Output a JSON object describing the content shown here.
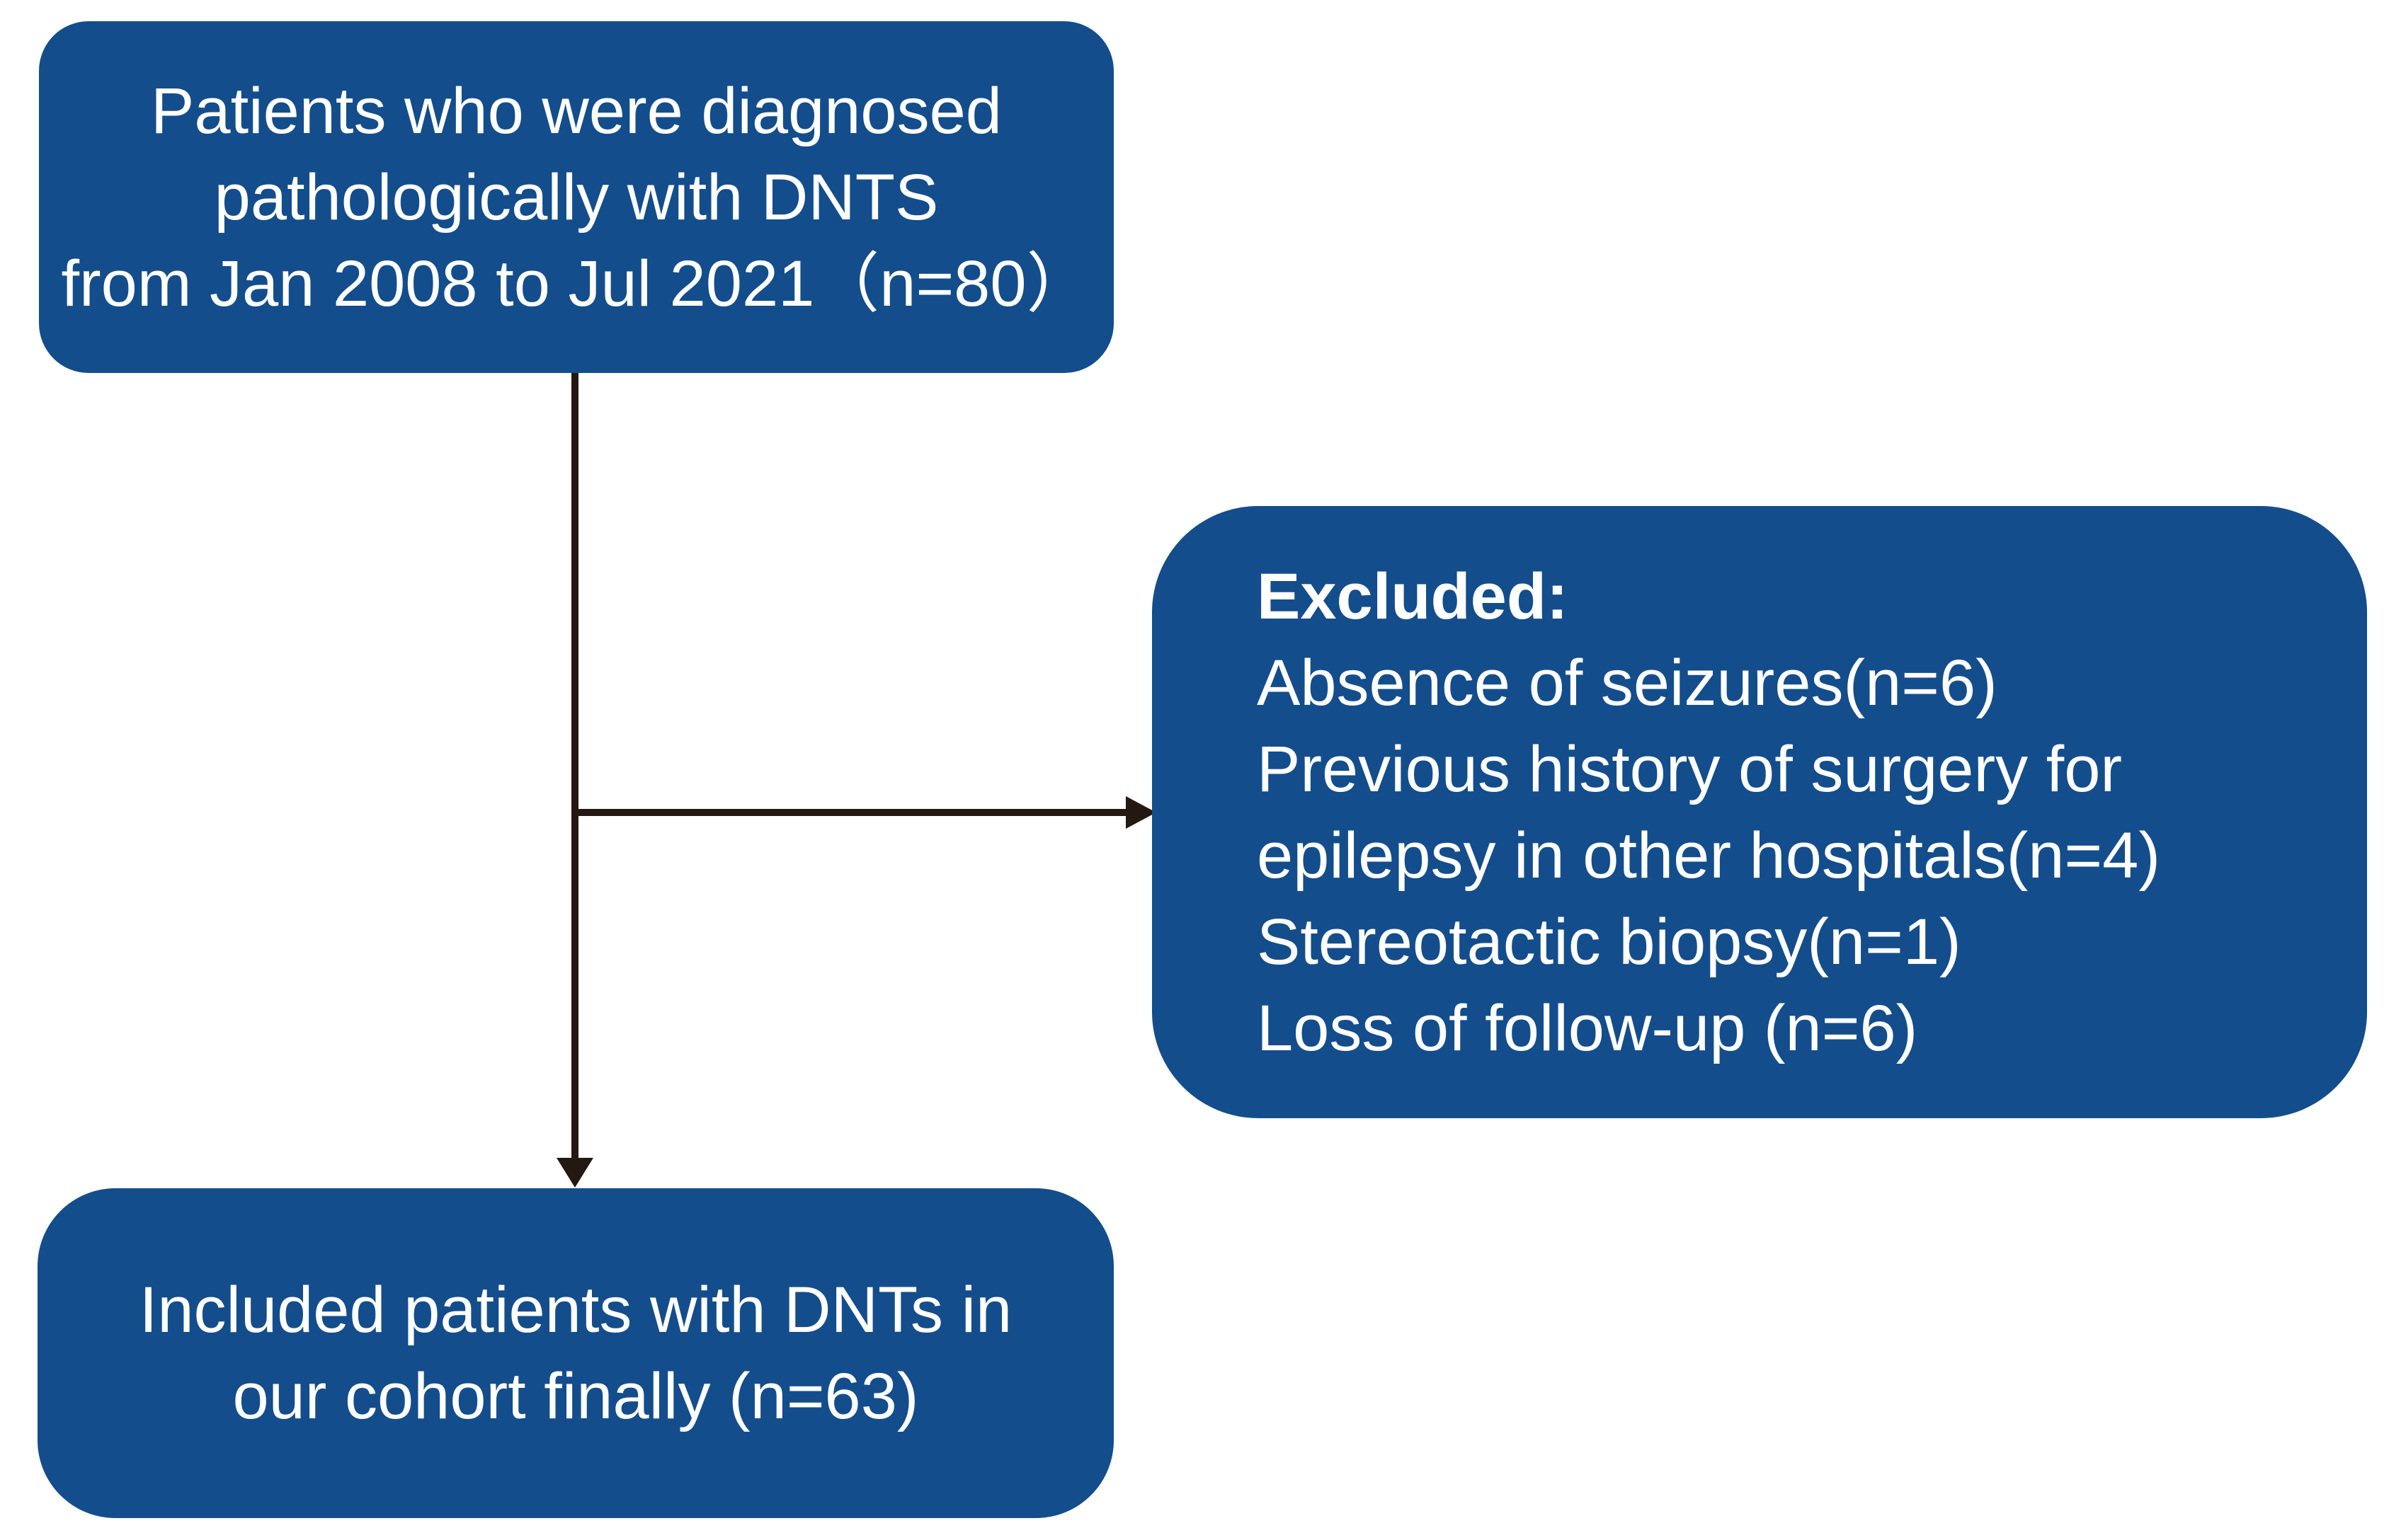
{
  "figure": {
    "type": "patient-flow-diagram",
    "background": "#FFFFFF",
    "colors": {
      "box_fill": "#134D8C",
      "arrow": "#241812",
      "text": "#FFFFFF"
    },
    "boxes": {
      "initial": {
        "lines": [
          "Patients who were diagnosed",
          "pathologically with DNTS",
          "from Jan 2008 to Jul 2021（n=80）"
        ]
      },
      "excluded": {
        "heading": "Excluded:",
        "lines": [
          "Absence of seizures(n=6)",
          "Previous history of surgery for",
          "epilepsy in other hospitals(n=4)",
          "Stereotactic biopsy(n=1)",
          "Loss of follow-up (n=6)"
        ]
      },
      "included": {
        "lines": [
          "Included patients with DNTs in",
          "our cohort finally (n=63)"
        ]
      }
    }
  }
}
